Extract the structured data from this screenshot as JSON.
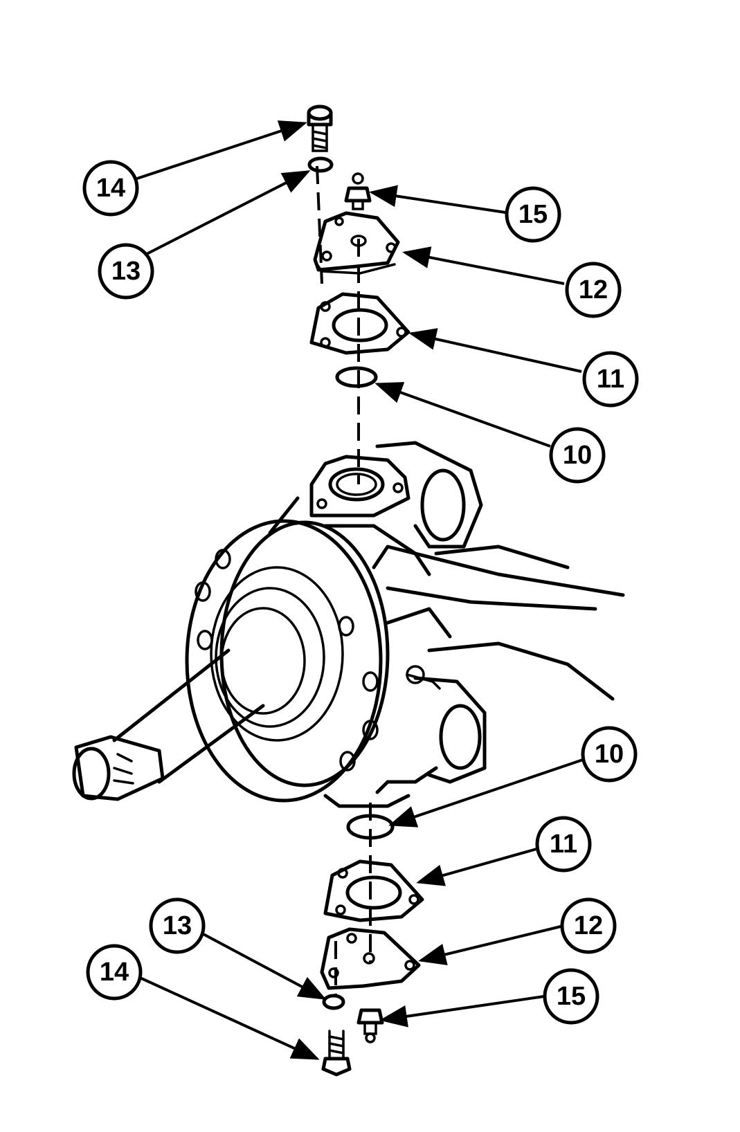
{
  "callouts": {
    "c14_top": "14",
    "c13_top": "13",
    "c15_top": "15",
    "c12_top": "12",
    "c11_top": "11",
    "c10_top": "10",
    "c10_bottom": "10",
    "c11_bottom": "11",
    "c12_bottom": "12",
    "c13_bottom": "13",
    "c14_bottom": "14",
    "c15_bottom": "15"
  },
  "colors": {
    "ink": "#000000",
    "paper": "#ffffff"
  }
}
